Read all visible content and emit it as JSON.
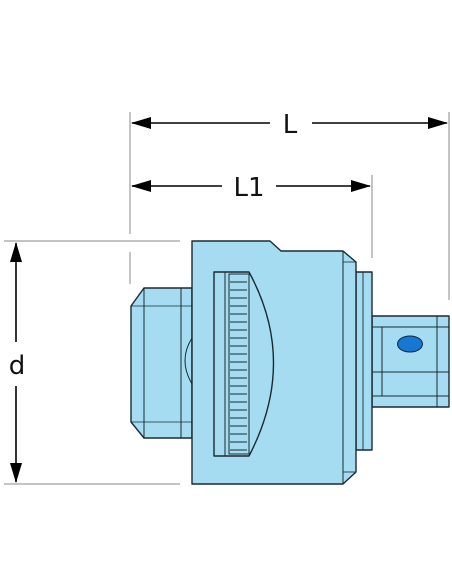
{
  "dimensions": {
    "length_total": "L",
    "length_body": "L1",
    "diameter": "d"
  },
  "colors": {
    "body_fill": "#a6dcf2",
    "outline": "#1a2a33",
    "detent_ball": "#1877d2",
    "dimension_line": "#000000"
  }
}
